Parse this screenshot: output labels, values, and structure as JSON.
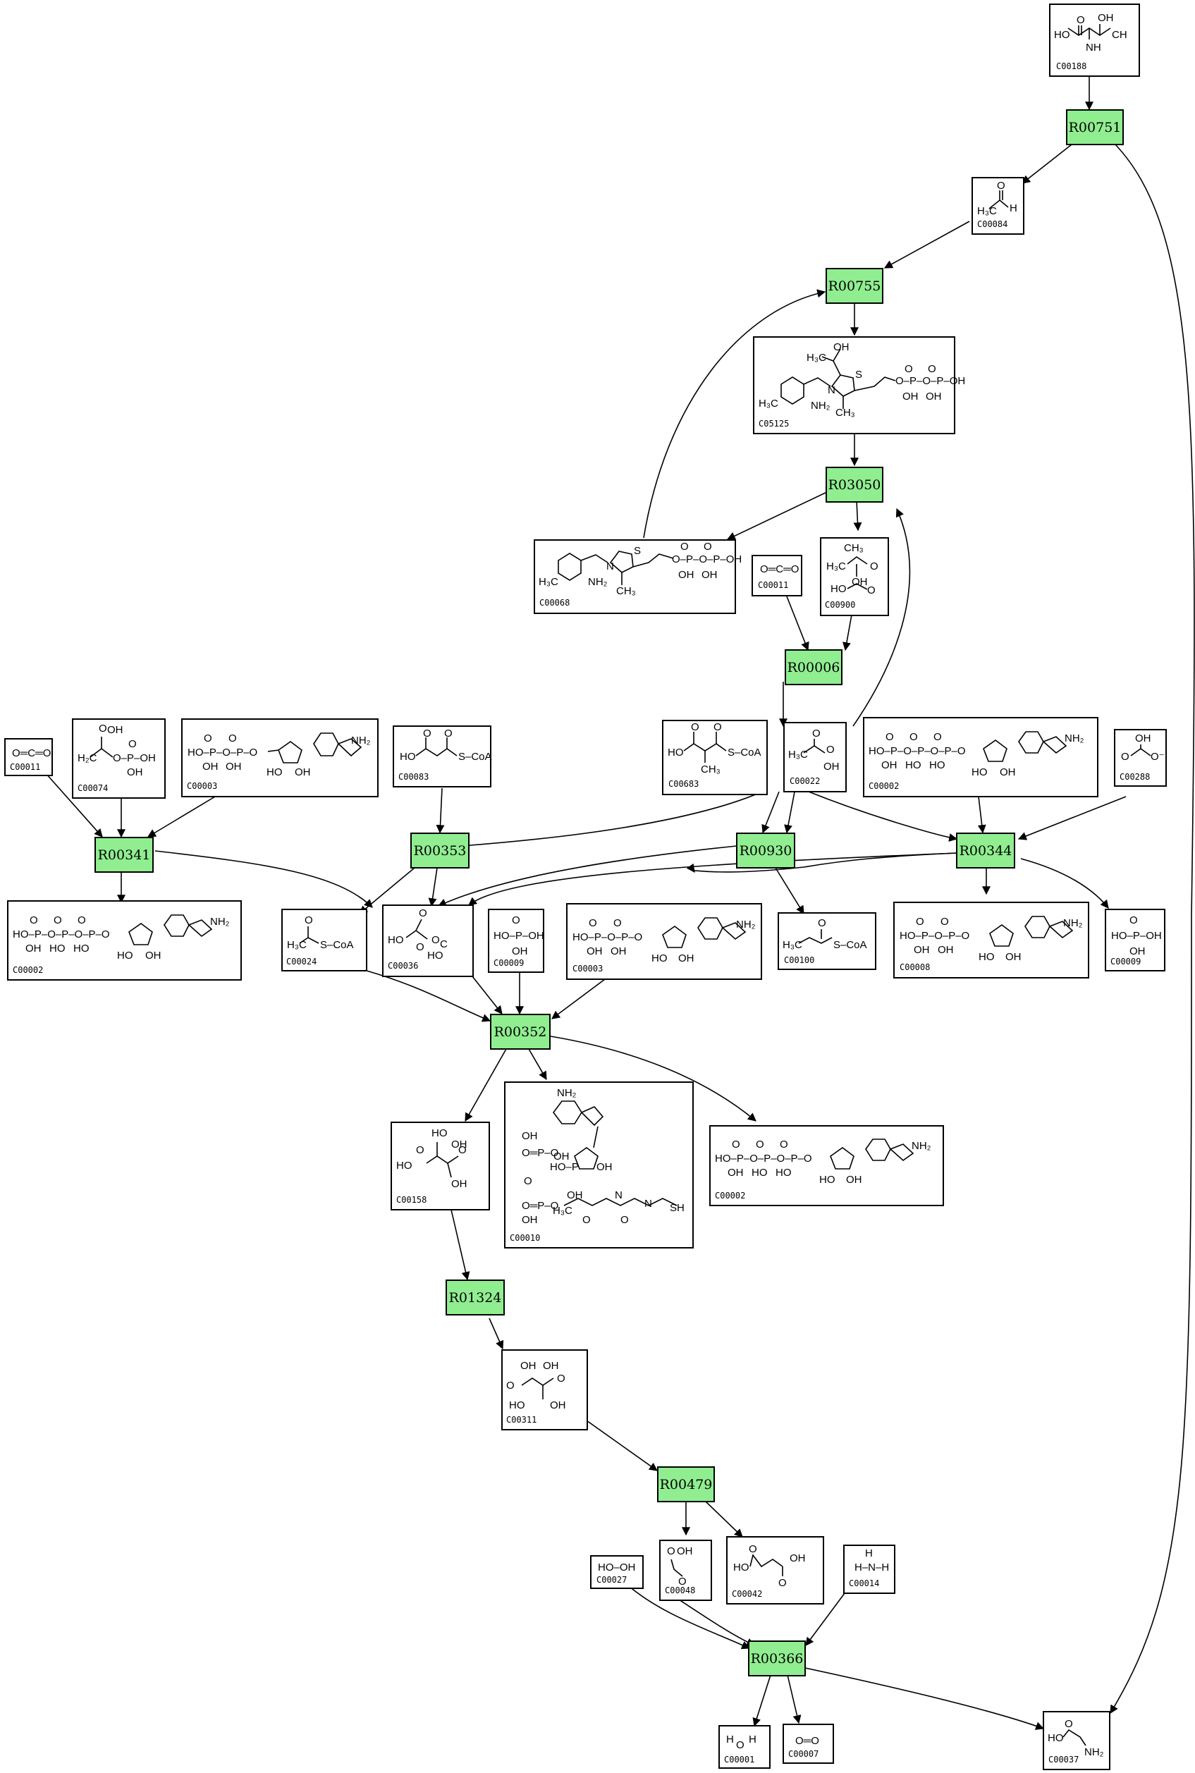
{
  "reaction_color": "#90ee90",
  "compounds": [
    {
      "id": "C00188",
      "icon": "threonine-structure"
    },
    {
      "id": "C00084",
      "icon": "acetaldehyde-structure"
    },
    {
      "id": "C05125",
      "icon": "hydroxyethyl-thpp-structure"
    },
    {
      "id": "C00068",
      "icon": "thiamine-diphosphate-structure"
    },
    {
      "id": "C00011",
      "icon": "carbon-dioxide-structure"
    },
    {
      "id": "C00900",
      "icon": "acetolactate-structure"
    },
    {
      "id": "C00011",
      "icon": "carbon-dioxide-structure"
    },
    {
      "id": "C00074",
      "icon": "phosphoenolpyruvate-structure"
    },
    {
      "id": "C00003",
      "icon": "nad-structure"
    },
    {
      "id": "C00083",
      "icon": "malonyl-coa-structure"
    },
    {
      "id": "C00683",
      "icon": "methylmalonyl-coa-structure"
    },
    {
      "id": "C00022",
      "icon": "pyruvate-structure"
    },
    {
      "id": "C00002",
      "icon": "atp-structure"
    },
    {
      "id": "C00288",
      "icon": "bicarbonate-structure"
    },
    {
      "id": "C00002",
      "icon": "atp-structure"
    },
    {
      "id": "C00024",
      "icon": "acetyl-coa-structure"
    },
    {
      "id": "C00036",
      "icon": "oxaloacetate-structure"
    },
    {
      "id": "C00009",
      "icon": "phosphate-structure"
    },
    {
      "id": "C00003",
      "icon": "nad-structure"
    },
    {
      "id": "C00100",
      "icon": "propanoyl-coa-structure"
    },
    {
      "id": "C00008",
      "icon": "adp-structure"
    },
    {
      "id": "C00009",
      "icon": "phosphate-structure"
    },
    {
      "id": "C00158",
      "icon": "citrate-structure"
    },
    {
      "id": "C00010",
      "icon": "coenzyme-a-structure"
    },
    {
      "id": "C00002",
      "icon": "atp-structure"
    },
    {
      "id": "C00311",
      "icon": "isocitrate-structure"
    },
    {
      "id": "C00027",
      "icon": "hydrogen-peroxide-structure"
    },
    {
      "id": "C00048",
      "icon": "glyoxylate-structure"
    },
    {
      "id": "C00042",
      "icon": "succinate-structure"
    },
    {
      "id": "C00014",
      "icon": "ammonia-structure"
    },
    {
      "id": "C00001",
      "icon": "water-structure"
    },
    {
      "id": "C00007",
      "icon": "oxygen-structure"
    },
    {
      "id": "C00037",
      "icon": "glycine-structure"
    }
  ],
  "reactions": [
    {
      "id": "R00751"
    },
    {
      "id": "R00755"
    },
    {
      "id": "R03050"
    },
    {
      "id": "R00006"
    },
    {
      "id": "R00341"
    },
    {
      "id": "R00353"
    },
    {
      "id": "R00930"
    },
    {
      "id": "R00344"
    },
    {
      "id": "R00352"
    },
    {
      "id": "R01324"
    },
    {
      "id": "R00479"
    },
    {
      "id": "R00366"
    }
  ]
}
